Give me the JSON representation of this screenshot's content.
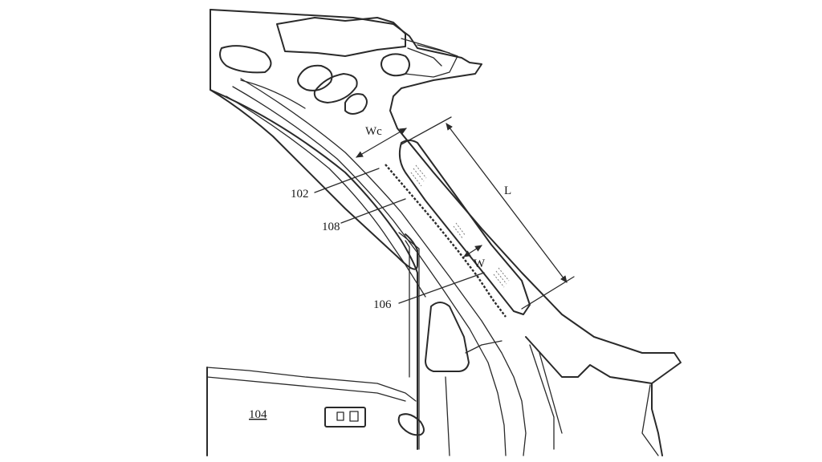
{
  "figure": {
    "labels": {
      "ref_102": "102",
      "ref_108": "108",
      "ref_106": "106",
      "ref_104": "104",
      "dim_wc": "Wc",
      "dim_l": "L",
      "dim_w": "W"
    }
  }
}
